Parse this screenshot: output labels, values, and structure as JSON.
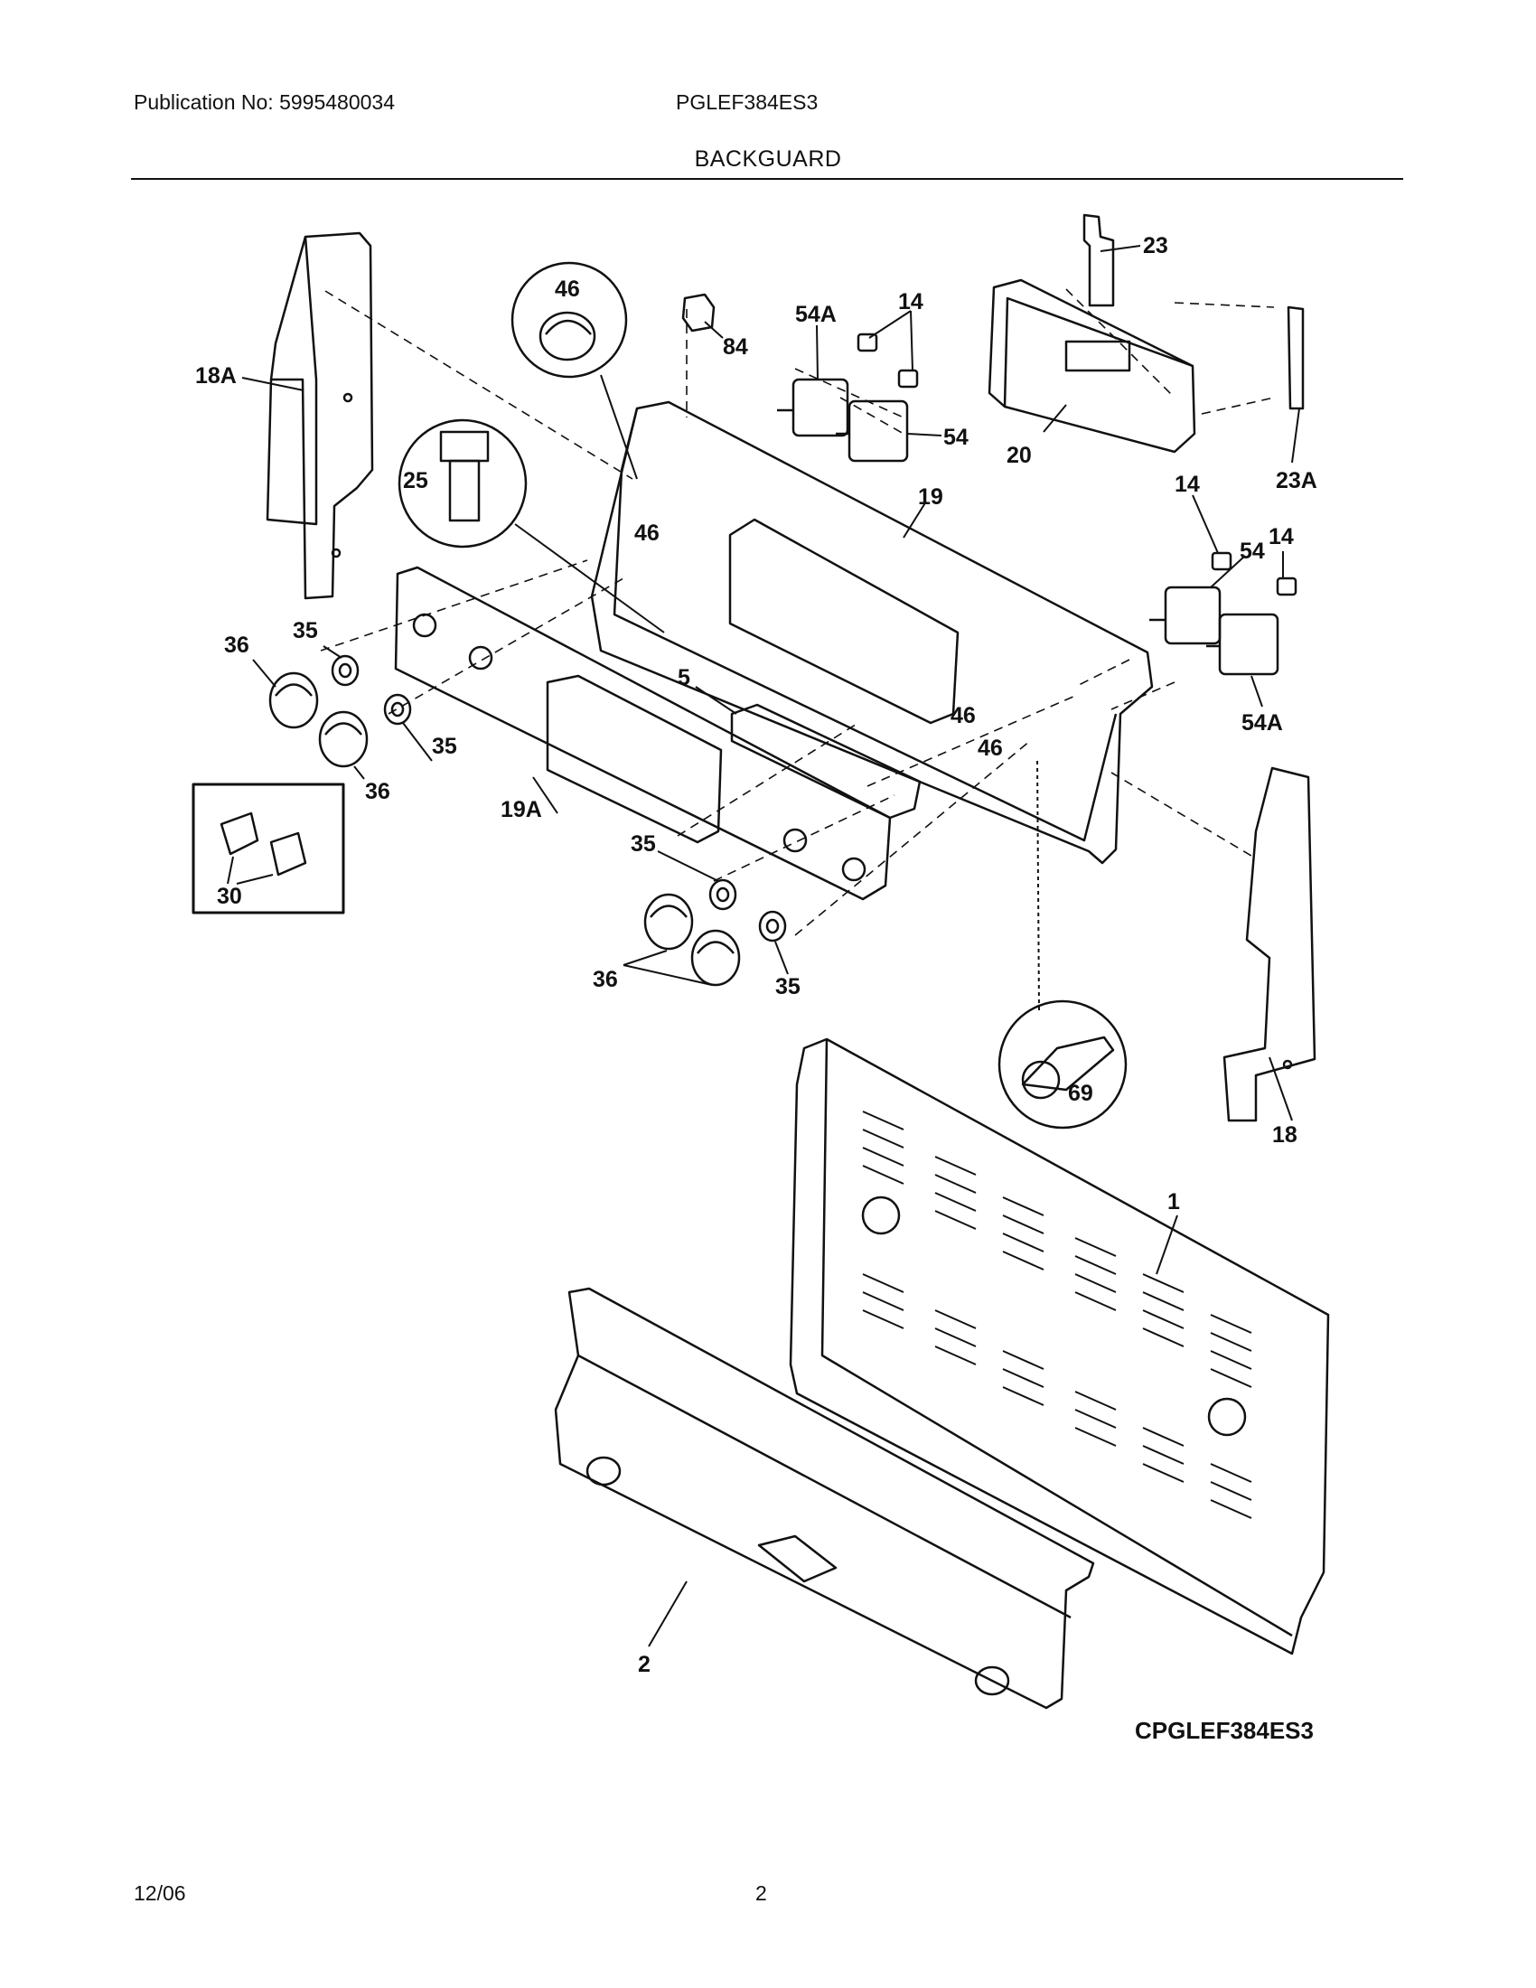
{
  "header": {
    "publication": "Publication No: 5995480034",
    "model": "PGLEF384ES3",
    "section_title": "BACKGUARD"
  },
  "diagram": {
    "callouts": {
      "c23": "23",
      "c46_top": "46",
      "c84": "84",
      "c54A_top": "54A",
      "c14_top": "14",
      "c18A": "18A",
      "c54_top": "54",
      "c20": "20",
      "c23A": "23A",
      "c25": "25",
      "c19": "19",
      "c14_mid": "14",
      "c54_mid": "54",
      "c14_right": "14",
      "c46_left": "46",
      "c36_left": "36",
      "c35_left": "35",
      "c5": "5",
      "c46_mid": "46",
      "c54A_right": "54A",
      "c35_lower_left": "35",
      "c36_lower_left": "36",
      "c46_right": "46",
      "c19A": "19A",
      "c30": "30",
      "c35_center": "35",
      "c35_center_right": "35",
      "c36_center": "36",
      "c69": "69",
      "c18": "18",
      "c1": "1",
      "c2": "2"
    },
    "code": "CPGLEF384ES3"
  },
  "footer": {
    "date": "12/06",
    "page": "2"
  }
}
